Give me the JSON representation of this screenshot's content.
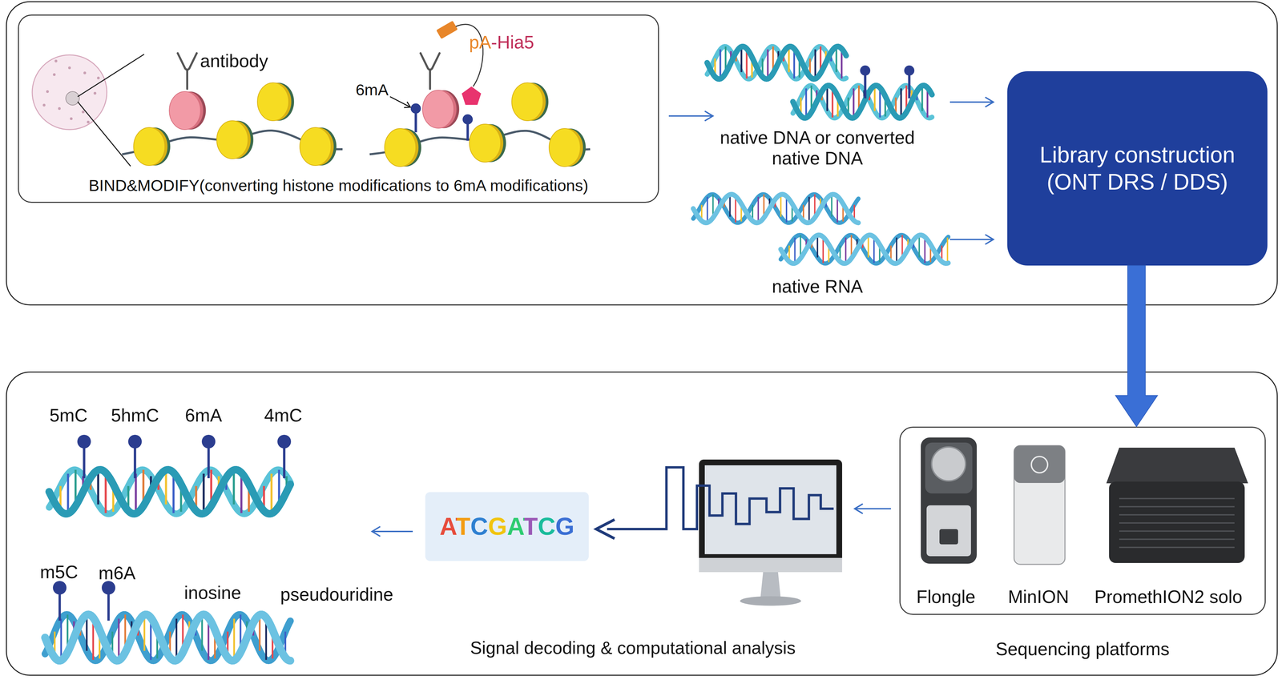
{
  "diagram": {
    "nodes": [
      {
        "text": [
          "BIND&MODIFY(converting histone modifications to 6mA modifications)"
        ]
      },
      {
        "text": [
          "Library construction (ONT DRS / DDS)"
        ]
      },
      {
        "text": [
          "Sequencing platforms"
        ]
      },
      {
        "text": [
          "ATCGATCG"
        ]
      }
    ],
    "edges": [
      {
        "from": 1,
        "to": 2,
        "arrow": "to"
      }
    ],
    "labels": [
      "antibody",
      "pA",
      "-Hia5",
      "6mA",
      "native DNA or converted native DNA",
      "native RNA",
      "5mC",
      "5hmC",
      "6mA",
      "4mC",
      "m5C",
      "m6A",
      "inosine",
      "pseudouridine",
      "Signal decoding & computational analysis",
      "Flongle",
      "MinION",
      "PromethION2 solo"
    ]
  }
}
